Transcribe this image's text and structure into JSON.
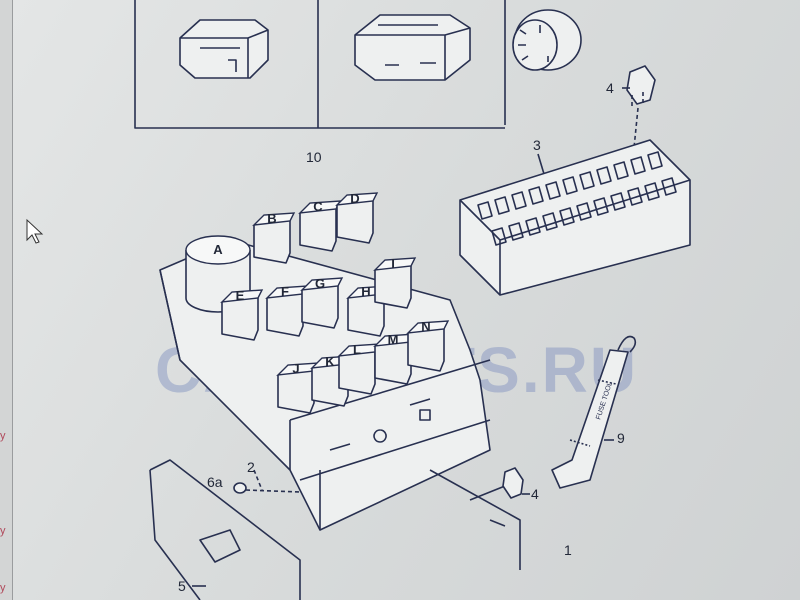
{
  "watermark": "CARPARTS.RU",
  "edge_marks": [
    "y",
    "y",
    "y"
  ],
  "callouts": {
    "inset_group": "10",
    "fuse_box": "3",
    "fuse_top": "4",
    "fuse_tool": "9",
    "fuse_bottom": "4",
    "bracket": "1",
    "screw": "2",
    "nut": "6a",
    "housing": "5"
  },
  "fuse_tool_text": "FUSE TOOL",
  "relays": [
    "A",
    "B",
    "C",
    "D",
    "E",
    "F",
    "G",
    "H",
    "I",
    "J",
    "K",
    "L",
    "M",
    "N"
  ],
  "colors": {
    "ink": "#283050",
    "watermark": "#7e8fbf",
    "edge_text": "#b0485a"
  }
}
